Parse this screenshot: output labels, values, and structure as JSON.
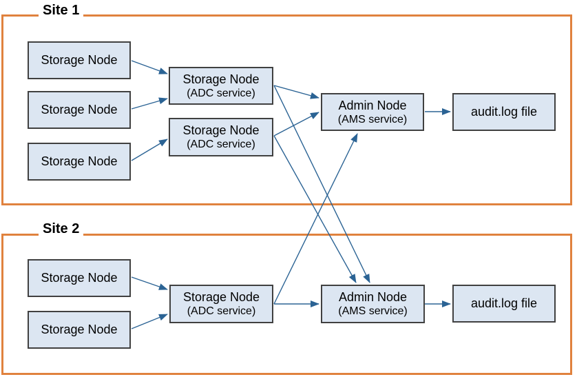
{
  "sites": [
    {
      "label": "Site 1"
    },
    {
      "label": "Site 2"
    }
  ],
  "nodes": [
    {
      "id": "s1-storage-1",
      "label": "Storage Node"
    },
    {
      "id": "s1-storage-2",
      "label": "Storage Node"
    },
    {
      "id": "s1-storage-3",
      "label": "Storage Node"
    },
    {
      "id": "s1-adc-1",
      "label": "Storage Node",
      "sublabel": "(ADC service)"
    },
    {
      "id": "s1-adc-2",
      "label": "Storage Node",
      "sublabel": "(ADC service)"
    },
    {
      "id": "s1-admin",
      "label": "Admin Node",
      "sublabel": "(AMS service)"
    },
    {
      "id": "s1-audit",
      "label": "audit.log file"
    },
    {
      "id": "s2-storage-1",
      "label": "Storage Node"
    },
    {
      "id": "s2-storage-2",
      "label": "Storage Node"
    },
    {
      "id": "s2-adc",
      "label": "Storage Node",
      "sublabel": "(ADC service)"
    },
    {
      "id": "s2-admin",
      "label": "Admin Node",
      "sublabel": "(AMS service)"
    },
    {
      "id": "s2-audit",
      "label": "audit.log file"
    }
  ],
  "edges": [
    {
      "from": "s1-storage-1",
      "to": "s1-adc-1"
    },
    {
      "from": "s1-storage-2",
      "to": "s1-adc-1"
    },
    {
      "from": "s1-storage-3",
      "to": "s1-adc-2"
    },
    {
      "from": "s1-adc-1",
      "to": "s1-admin"
    },
    {
      "from": "s1-adc-2",
      "to": "s1-admin"
    },
    {
      "from": "s1-adc-1",
      "to": "s2-admin"
    },
    {
      "from": "s1-adc-2",
      "to": "s2-admin"
    },
    {
      "from": "s1-admin",
      "to": "s1-audit"
    },
    {
      "from": "s2-storage-1",
      "to": "s2-adc"
    },
    {
      "from": "s2-storage-2",
      "to": "s2-adc"
    },
    {
      "from": "s2-adc",
      "to": "s1-admin"
    },
    {
      "from": "s2-adc",
      "to": "s2-admin"
    },
    {
      "from": "s2-admin",
      "to": "s2-audit"
    }
  ],
  "colors": {
    "site_border": "#E0823E",
    "node_fill": "#DCE6F2",
    "node_border": "#404040",
    "arrow": "#2B6394",
    "text": "#000000"
  }
}
